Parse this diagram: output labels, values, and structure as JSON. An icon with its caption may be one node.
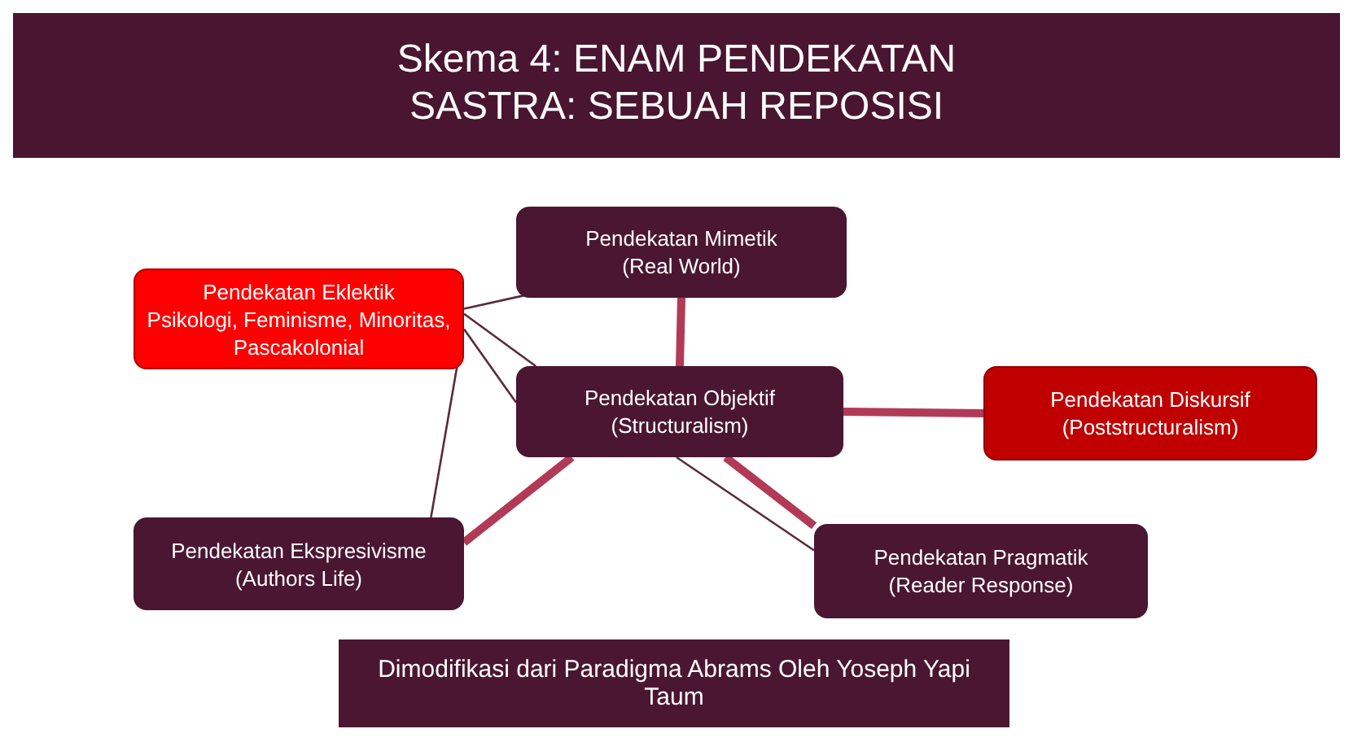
{
  "diagram": {
    "title": "Skema 4: ENAM PENDEKATAN SASTRA: SEBUAH REPOSISI",
    "nodes": [
      {
        "text": [
          "Pendekatan Mimetik",
          "(Real World)"
        ]
      },
      {
        "text": [
          "Pendekatan Eklektik",
          "Psikologi, Feminisme, Minoritas, Pascakolonial"
        ]
      },
      {
        "text": [
          "Pendekatan Objektif",
          "(Structuralism)"
        ]
      },
      {
        "text": [
          "Pendekatan Diskursif",
          "(Poststructuralism)"
        ]
      },
      {
        "text": [
          "Pendekatan Ekspresivisme",
          "(Authors Life)"
        ]
      },
      {
        "text": [
          "Pendekatan Pragmatik",
          "(Reader Response)"
        ]
      },
      {
        "text": [
          "Dimodifikasi dari Paradigma Abrams Oleh Yoseph Yapi Taum"
        ]
      }
    ],
    "edges": [
      {
        "from": 0,
        "to": 2,
        "arrow": "none",
        "style": "thick",
        "color": "#b23a56"
      },
      {
        "from": 2,
        "to": 3,
        "arrow": "none",
        "style": "thick",
        "color": "#b23a56"
      },
      {
        "from": 2,
        "to": 4,
        "arrow": "none",
        "style": "thick",
        "color": "#b23a56"
      },
      {
        "from": 2,
        "to": 5,
        "arrow": "none",
        "style": "thick",
        "color": "#b23a56"
      },
      {
        "from": 2,
        "to": 5,
        "arrow": "none"
      },
      {
        "from": 1,
        "to": 0,
        "arrow": "none"
      },
      {
        "from": 1,
        "to": 2,
        "arrow": "none"
      },
      {
        "from": 1,
        "to": 2,
        "arrow": "none"
      },
      {
        "from": 1,
        "to": 4,
        "arrow": "none"
      }
    ]
  }
}
